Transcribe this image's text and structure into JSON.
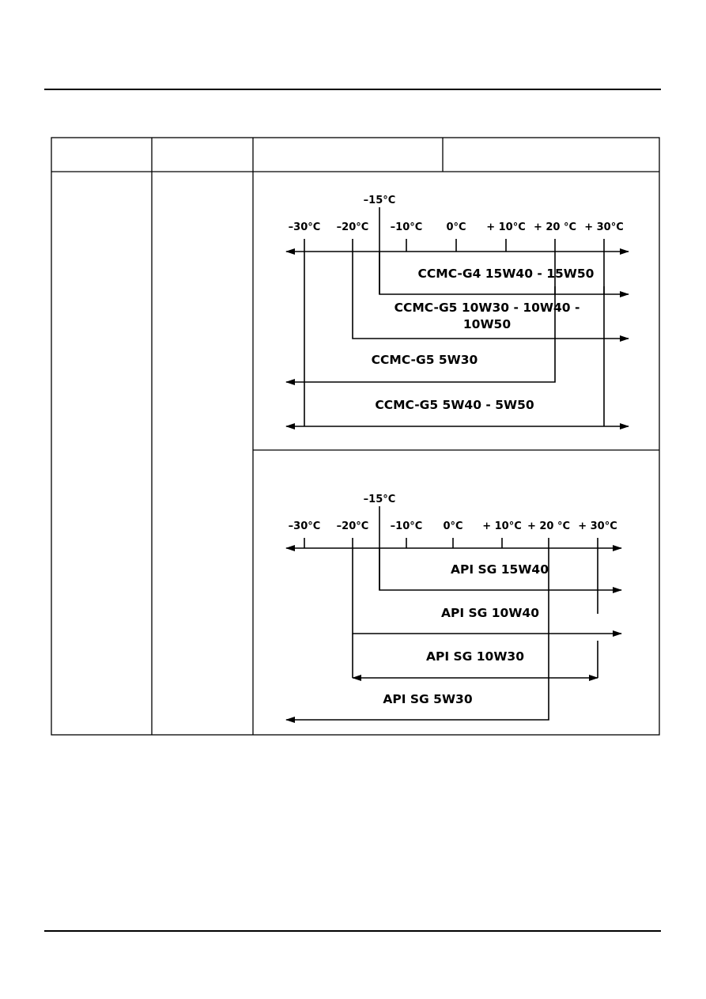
{
  "page": {
    "table": {
      "header_cells": [
        "",
        "",
        "",
        ""
      ],
      "body_cells": [
        "",
        ""
      ]
    }
  },
  "ccmc_chart": {
    "reference_label": "–15°C",
    "ticks": [
      {
        "value": -30,
        "label": "–30°C"
      },
      {
        "value": -20,
        "label": "–20°C"
      },
      {
        "value": -10,
        "label": "–10°C"
      },
      {
        "value": 0,
        "label": "0°C"
      },
      {
        "value": 10,
        "label": "+ 10°C"
      },
      {
        "value": 20,
        "label": "+ 20 °C"
      },
      {
        "value": 30,
        "label": "+ 30°C"
      }
    ],
    "ranges": [
      {
        "label": "CCMC-G4 15W40 - 15W50",
        "from": -15,
        "to": "open-high"
      },
      {
        "label_lines": [
          "CCMC-G5 10W30 - 10W40 -",
          "10W50"
        ],
        "from": -20,
        "to": "open-high"
      },
      {
        "label": "CCMC-G5 5W30",
        "from": "open-low",
        "to": 20
      },
      {
        "label": "CCMC-G5 5W40 - 5W50",
        "from": "open-low",
        "to": "open-high"
      }
    ]
  },
  "api_chart": {
    "reference_label": "–15°C",
    "ticks": [
      {
        "value": -30,
        "label": "–30°C"
      },
      {
        "value": -20,
        "label": "–20°C"
      },
      {
        "value": -10,
        "label": "–10°C"
      },
      {
        "value": 0,
        "label": "0°C"
      },
      {
        "value": 10,
        "label": "+ 10°C"
      },
      {
        "value": 20,
        "label": "+ 20 °C"
      },
      {
        "value": 30,
        "label": "+ 30°C"
      }
    ],
    "ranges": [
      {
        "label": "API SG 15W40",
        "from": -15,
        "to": "open-high"
      },
      {
        "label": "API SG 10W40",
        "from": -20,
        "to": "open-high"
      },
      {
        "label": "API SG 10W30",
        "from": -20,
        "to": 30
      },
      {
        "label": "API SG 5W30",
        "from": "open-low",
        "to": 20
      }
    ]
  },
  "colors": {
    "ink": "#000000",
    "paper": "#ffffff"
  }
}
